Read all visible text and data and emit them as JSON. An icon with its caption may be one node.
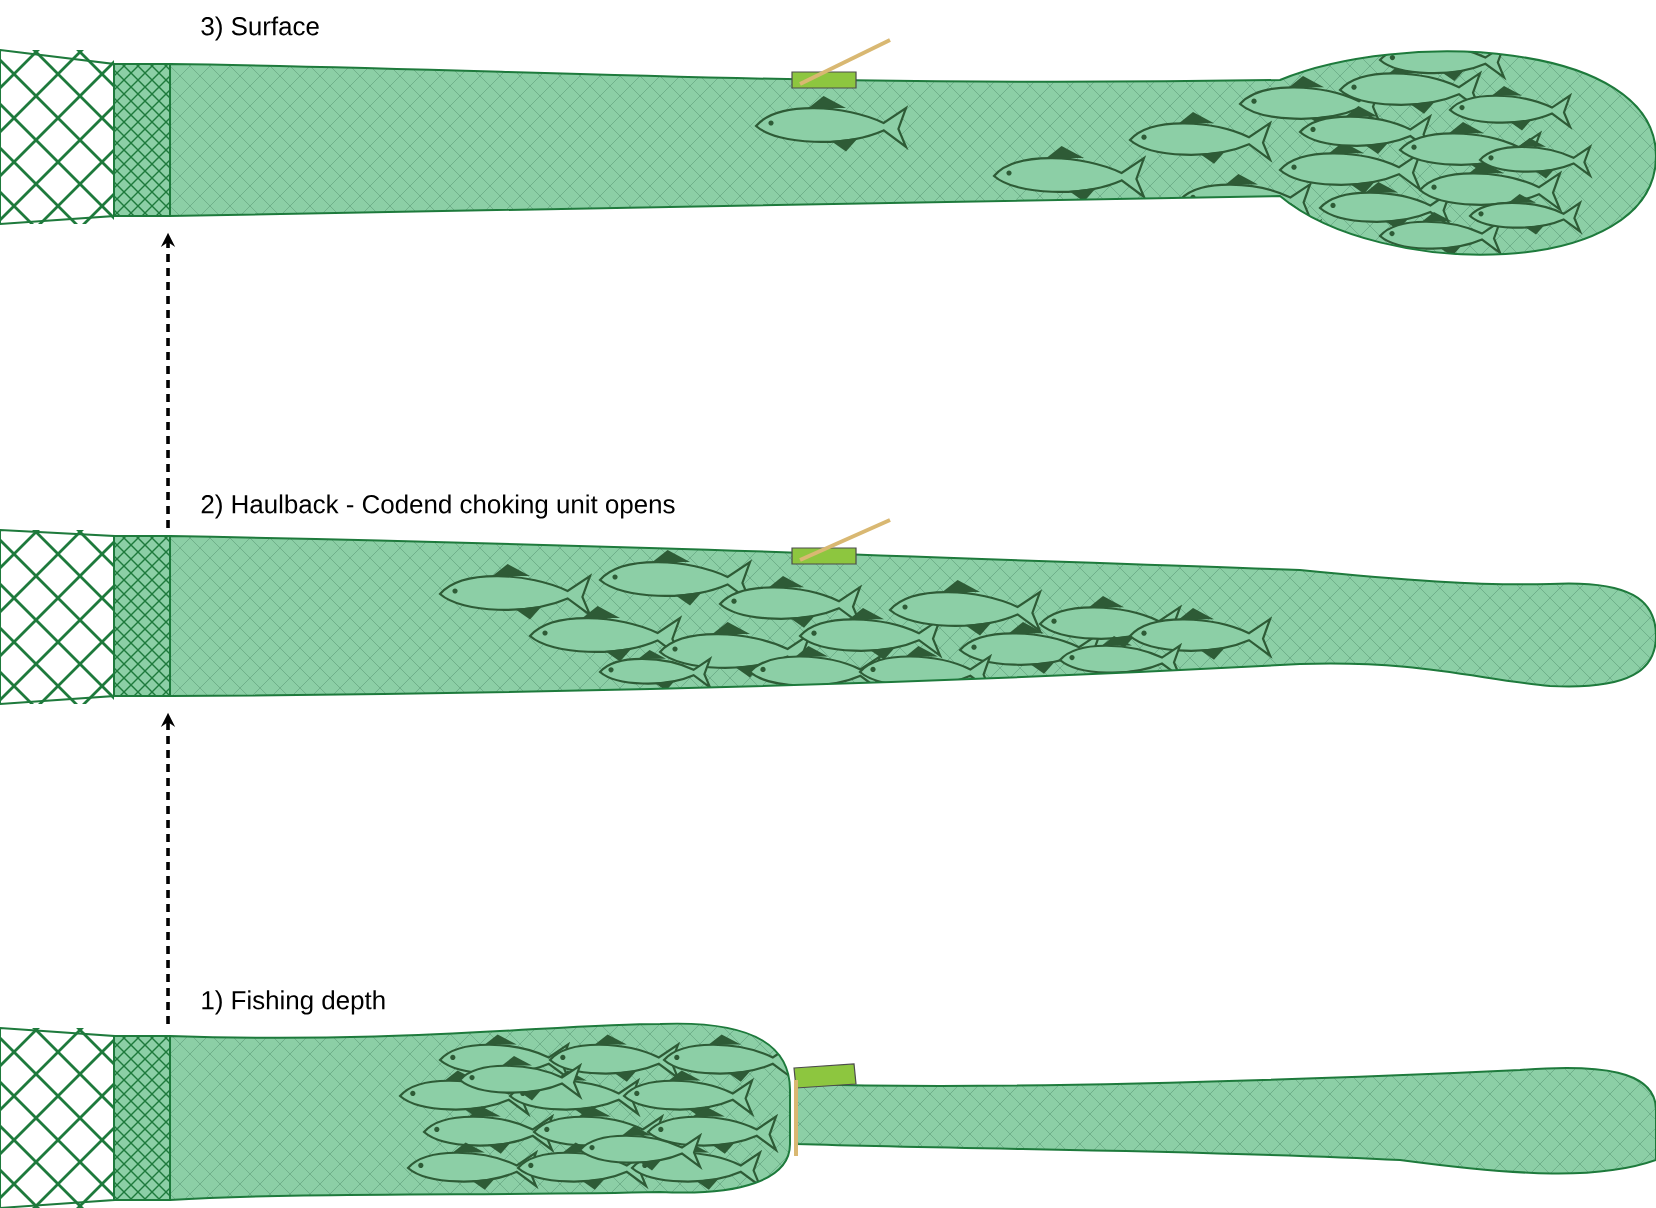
{
  "diagram": {
    "nodes": [
      {
        "text": [
          "3) Surface"
        ]
      },
      {
        "text": [
          "2) Haulback - Codend choking unit opens"
        ]
      },
      {
        "text": [
          "1) Fishing depth"
        ]
      }
    ],
    "edges": [
      {
        "from": 2,
        "to": 1,
        "arrow": "to",
        "style": "dashed"
      },
      {
        "from": 1,
        "to": 0,
        "arrow": "to",
        "style": "dashed"
      }
    ]
  }
}
